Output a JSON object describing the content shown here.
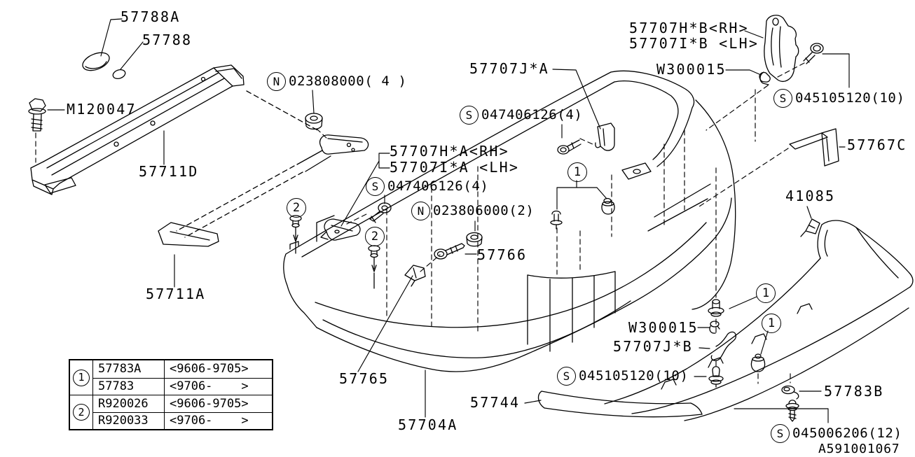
{
  "diagram": {
    "background_color": "#ffffff",
    "ink_color": "#000000",
    "drawing_code": "A591001067",
    "labels": {
      "p57788A": {
        "text": "57788A"
      },
      "p57788": {
        "text": "57788"
      },
      "pM120047": {
        "text": "M120047"
      },
      "p57711D": {
        "text": "57711D"
      },
      "p57711A": {
        "text": "57711A"
      },
      "nN023808000": {
        "prefix": "N",
        "text": "023808000( 4 )"
      },
      "sS047406126top": {
        "prefix": "S",
        "text": "047406126(4)"
      },
      "p57707JA": {
        "text": "57707J*A"
      },
      "p57707HA": {
        "text": "57707H*A<RH>"
      },
      "p57707IA": {
        "text": "57707I*A <LH>"
      },
      "sS047406126mid": {
        "prefix": "S",
        "text": "047406126(4)"
      },
      "nN023806000": {
        "prefix": "N",
        "text": "023806000(2)"
      },
      "p57766": {
        "text": "57766"
      },
      "p57707HB": {
        "text": "57707H*B<RH>"
      },
      "p57707IB": {
        "text": "57707I*B <LH>"
      },
      "pW300015top": {
        "text": "W300015"
      },
      "sS045105120top": {
        "prefix": "S",
        "text": "045105120(10)"
      },
      "p57767C": {
        "text": "57767C"
      },
      "p41085": {
        "text": "41085"
      },
      "pW300015bot": {
        "text": "W300015"
      },
      "p57707JB": {
        "text": "57707J*B"
      },
      "sS045105120bot": {
        "prefix": "S",
        "text": "045105120(10)"
      },
      "p57783B": {
        "text": "57783B"
      },
      "sS045006206": {
        "prefix": "S",
        "text": "045006206(12)"
      },
      "p57744": {
        "text": "57744"
      },
      "p57704A": {
        "text": "57704A"
      },
      "p57765": {
        "text": "57765"
      }
    },
    "callouts": {
      "one": "1",
      "two": "2"
    },
    "legend_table": {
      "groups": [
        {
          "num": "1",
          "rows": [
            {
              "part": "57783A",
              "range": "<9606-9705>"
            },
            {
              "part": "57783",
              "range": "<9706-    >"
            }
          ]
        },
        {
          "num": "2",
          "rows": [
            {
              "part": "R920026",
              "range": "<9606-9705>"
            },
            {
              "part": "R920033",
              "range": "<9706-    >"
            }
          ]
        }
      ]
    }
  }
}
